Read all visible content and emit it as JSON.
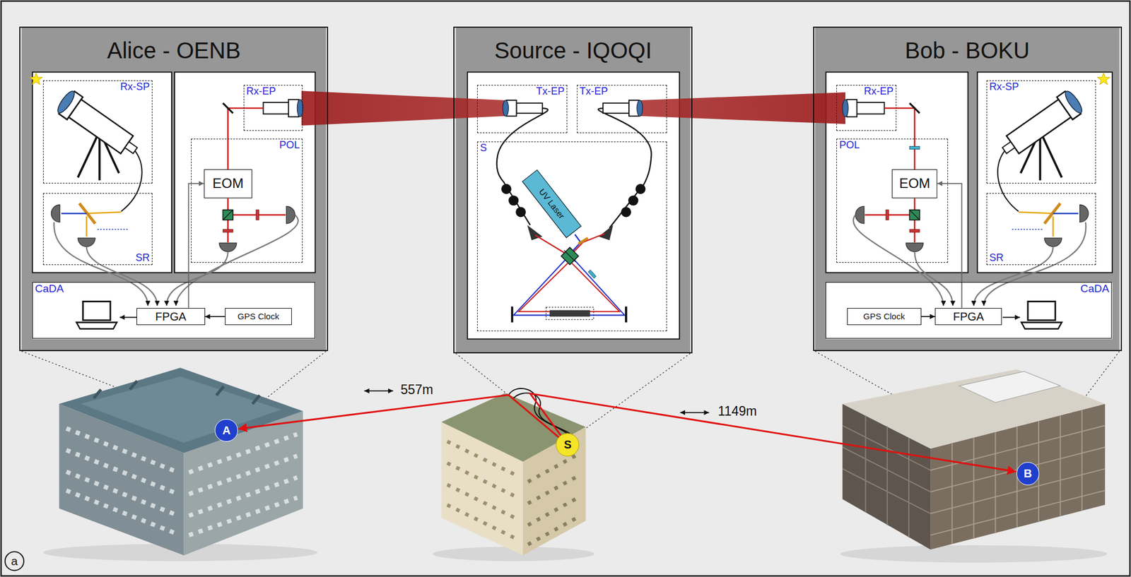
{
  "diagram": {
    "nodes": [
      {
        "text": [
          "Alice - OENB"
        ]
      },
      {
        "text": [
          "Rx-SP"
        ],
        "in": 0
      },
      {
        "text": [
          "SR"
        ],
        "in": 0
      },
      {
        "text": [
          "Rx-EP"
        ],
        "in": 0
      },
      {
        "text": [
          "POL"
        ],
        "in": 0
      },
      {
        "text": [
          "EOM"
        ],
        "in": 4
      },
      {
        "text": [
          "CaDA"
        ],
        "in": 0
      },
      {
        "text": [
          "FPGA"
        ],
        "in": 6
      },
      {
        "text": [
          "GPS Clock"
        ],
        "in": 6
      },
      {
        "text": [
          "Source - IQOQI"
        ]
      },
      {
        "text": [
          "Tx-EP"
        ],
        "in": 9
      },
      {
        "text": [
          "Tx-EP"
        ],
        "in": 9
      },
      {
        "text": [
          "S"
        ],
        "in": 9
      },
      {
        "text": [
          "UV Laser"
        ],
        "in": 12
      },
      {
        "text": [
          "Bob - BOKU"
        ]
      },
      {
        "text": [
          "Rx-EP"
        ],
        "in": 14
      },
      {
        "text": [
          "POL"
        ],
        "in": 14
      },
      {
        "text": [
          "EOM"
        ],
        "in": 16
      },
      {
        "text": [
          "Rx-SP"
        ],
        "in": 14
      },
      {
        "text": [
          "SR"
        ],
        "in": 14
      },
      {
        "text": [
          "CaDA"
        ],
        "in": 14
      },
      {
        "text": [
          "GPS Clock"
        ],
        "in": 20
      },
      {
        "text": [
          "FPGA"
        ],
        "in": 20
      },
      {
        "text": [
          "A"
        ]
      },
      {
        "text": [
          "S"
        ]
      },
      {
        "text": [
          "B"
        ]
      }
    ],
    "edges": [
      {
        "from": 8,
        "to": 7,
        "arrow": "to"
      },
      {
        "from": 7,
        "to": 5,
        "arrow": "to"
      },
      {
        "from": 21,
        "to": 22,
        "arrow": "to"
      },
      {
        "from": 22,
        "to": 17,
        "arrow": "to"
      },
      {
        "from": 24,
        "to": 23,
        "label": "557m",
        "arrow": "to"
      },
      {
        "from": 24,
        "to": 25,
        "label": "1149m",
        "arrow": "to"
      }
    ],
    "labels": [
      "a"
    ]
  }
}
